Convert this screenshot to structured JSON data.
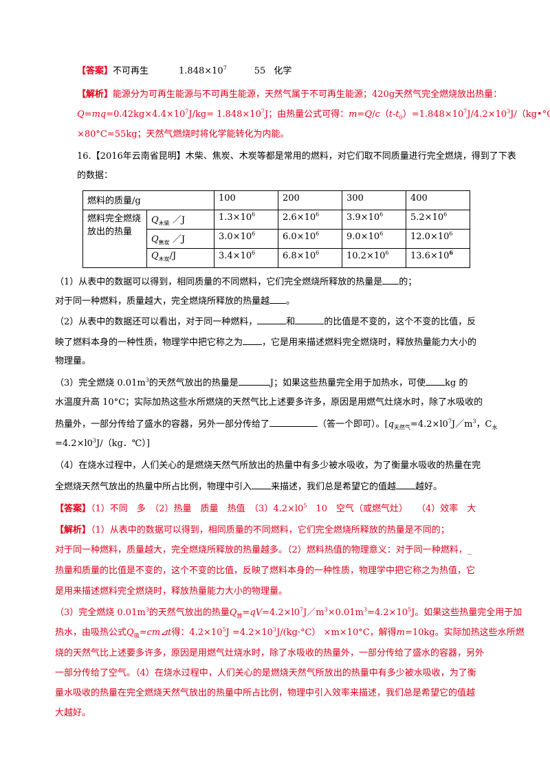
{
  "prev_answer": {
    "label": "【答案】",
    "a1": "不可再生",
    "a2_base": "1.848×10",
    "a2_exp": "7",
    "a3": "55",
    "a4": "化学"
  },
  "prev_analysis": {
    "label": "【解析】",
    "l1": "能源分为可再生能源与不可再生能源，天然气属于不可再生能源；420g天然气完全燃烧放出热量：",
    "l2_a": "Q",
    "l2_b": "=",
    "l2_c": "mq",
    "l2_d": "=0.42kg×4.4×10",
    "l2_e": "7",
    "l2_f": "J/kg= 1.848×10",
    "l2_g": "7",
    "l2_h": "J；由热量公式可得：",
    "l2_i": "m",
    "l2_j": "=",
    "l2_k": "Q",
    "l2_l": "/",
    "l2_m": "c",
    "l2_n": "（",
    "l2_o": "t-t",
    "l2_p": "0",
    "l2_q": "）=1.848×10",
    "l2_r": "7",
    "l2_s": "J/4.2×10",
    "l2_t": "3",
    "l2_u": "J/（kg•°C）",
    "l3": "×80°C=55kg；天然气燃烧时将化学能转化为内能。"
  },
  "question": {
    "intro1": "16.【2016年云南省昆明】木柴、焦炭、木炭等都是常用的燃料，对它们取不同质量进行完全燃烧，得到了下表",
    "intro2": "的数据：",
    "table": {
      "header_label": "燃料的质量/g",
      "masses": [
        "100",
        "200",
        "300",
        "400"
      ],
      "group_label": "燃料完全燃烧放出的热量",
      "rows": [
        {
          "q": "Q",
          "sub": "木柴",
          "unit": "／J",
          "vals": [
            {
              "b": "1.3×10",
              "e": "6"
            },
            {
              "b": "2.6×10",
              "e": "6"
            },
            {
              "b": "3.9×10",
              "e": "6"
            },
            {
              "b": "5.2×10",
              "e": "6"
            }
          ]
        },
        {
          "q": "Q",
          "sub": "焦炭",
          "unit": "／J",
          "vals": [
            {
              "b": "3.0×10",
              "e": "6"
            },
            {
              "b": "6.0×10",
              "e": "6"
            },
            {
              "b": "9.0×10",
              "e": "6"
            },
            {
              "b": "12.0×10",
              "e": "6"
            }
          ]
        },
        {
          "q": "Q",
          "sub": "木炭",
          "unit": "/J",
          "vals": [
            {
              "b": "3.4×10",
              "e": "6"
            },
            {
              "b": "6.8×10",
              "e": "6"
            },
            {
              "b": "10.2×10",
              "e": "6"
            },
            {
              "b": "13.6×10",
              "e": "6"
            }
          ]
        }
      ]
    },
    "p1a": "（1）从表中的数据可以得到，相同质量的不同燃料，它们完全燃烧所释放的热量是",
    "p1b": "的；",
    "p1c": "对于同一种燃料，质量越大，完全燃烧所释放的热量越",
    "p1d": "。",
    "p2a": "（2）从表中的数据还可以看出，对于同一种燃料，",
    "p2b": "和",
    "p2c": "的比值是不变的，这个不变的比值，反",
    "p2d": "映了燃料本身的一种性质，物理学中把它称之为",
    "p2e": "，它是用来描述燃料完全燃烧时，释放热量能力大小的",
    "p2f": "物理量。",
    "p3a": "（3）完全燃烧 0.01m",
    "p3a_e": "3",
    "p3b": "的天然气放出的热量是",
    "p3c": "J；如果这些热量完全用于加热水，可使",
    "p3d": "kg 的",
    "p3e": "水温度升高 10°C；实际加热这些水所燃烧的天然气比上述要多许多，原因是用燃气灶烧水时，除了水吸收的",
    "p3f": "热量外，一部分传给了盛水的容器，另外一部分传给了",
    "p3g": "（答一个即可）。[",
    "p3h": "q",
    "p3h_s": "天然气",
    "p3i": "=4.2×l0",
    "p3i_e": "7",
    "p3j": "J／m",
    "p3j_e": "3",
    "p3k": "，C",
    "p3k_s": "水",
    "p3l": "=4.2×l0",
    "p3l_e": "3",
    "p3m": "J/（kg．℃）]",
    "p4a": "（4）在烧水过程中，人们关心的是燃烧天然气所放出的热量中有多少被水吸收，为了衡量水吸收的热量在完",
    "p4b": "全燃烧天然气放出的热量中所占比例，物理中引入",
    "p4c": "来描述，我们总是希望它的值越",
    "p4d": "越好。"
  },
  "answer": {
    "label": "【答案】",
    "text": "（1）不同　多　（2）热量　质量　热值　（3）4.2×l0",
    "exp": "5",
    "text2": "　10　空气（或燃气灶）　　（4）效率　大"
  },
  "analysis": {
    "label": "【解析】",
    "l1": "（1）从表中的数据可以得到，相同质量的不同燃料，它们完全燃烧所释放的热量是不同的；",
    "l2": "对于同一种燃料，质量越大，完全燃烧所释放的热量越多。（2）燃料热值的物理意义：对于同一种燃料，_",
    "l3": "热量和质量的比值是不变的，这个不变的比值，反映了燃料本身的一种性质，物理学中把它称之为热值，它",
    "l4": "是用来描述燃料完全燃烧时，释放热量能力大小的物理量。",
    "l5a": "（3）完全燃烧 0.01m",
    "l5a_e": "3",
    "l5b": "的天然气放出的热量",
    "l5c": "Q",
    "l5c_s": "放",
    "l5d": "=",
    "l5e": "qV",
    "l5f": "=4.2×l0",
    "l5f_e": "7",
    "l5g": "J／m",
    "l5g_e": "3",
    "l5h": "×0.01m",
    "l5h_e": "3",
    "l5i": "=4.2×10",
    "l5i_e": "5",
    "l5j": "J。如果这些热量完全用于加",
    "l6a": "热水，由吸热公式",
    "l6b": "Q",
    "l6b_s": "吸",
    "l6c": "=",
    "l6d": "cm⊿t",
    "l6e": "得：4.2×10",
    "l6e_e": "5",
    "l6f": "J =4.2×10",
    "l6f_e": "3",
    "l6g": "J/(kg·°C） ×m×10°C，解得",
    "l6h": "m",
    "l6i": "=10kg。实际加热这些水所燃",
    "l7": "烧的天然气比上述要多许多，原因是用燃气灶烧水时，除了水吸收的热量外，一部分传给了盛水的容器，另外",
    "l8": "一部分传给了空气。（4）在烧水过程中，人们关心的是燃烧天然气所放出的热量中有多少被水吸收，为了衡",
    "l9": "量水吸收的热量在完全燃烧天然气放出的热量中所占比例，物理中引入效率来描述，我们总是希望它的值越",
    "l10": "大越好。"
  }
}
